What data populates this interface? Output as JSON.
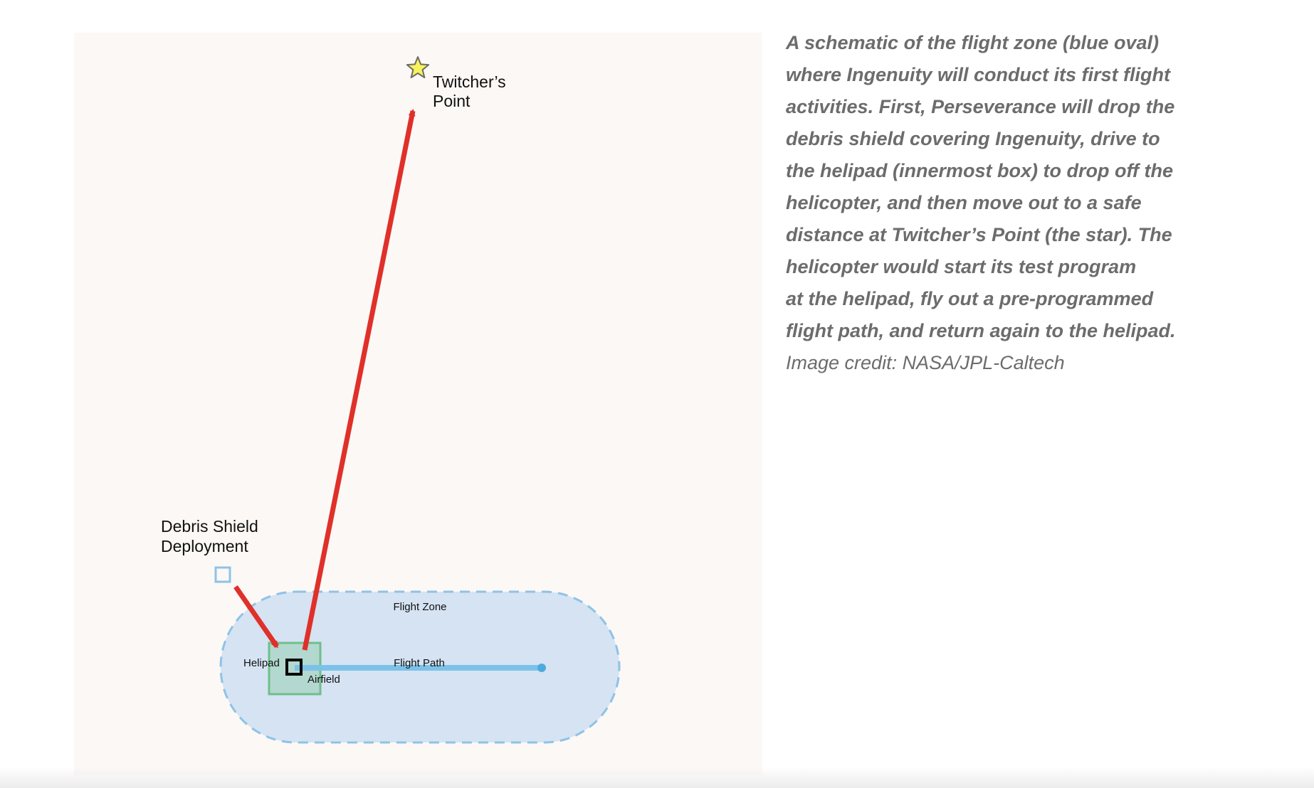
{
  "diagram": {
    "labels": {
      "twitchers_point_line1": "Twitcher’s",
      "twitchers_point_line2": "Point",
      "debris_shield_line1": "Debris Shield",
      "debris_shield_line2": "Deployment",
      "flight_zone": "Flight Zone",
      "flight_path": "Flight Path",
      "helipad": "Helipad",
      "airfield": "Airfield"
    },
    "colors": {
      "background": "#fcf8f5",
      "flight_zone_fill": "#d5e3f3",
      "flight_zone_border": "#8ec3e6",
      "airfield_fill": "#b3d8cf",
      "airfield_border": "#6fbf8a",
      "flight_path": "#7cc2e8",
      "arrow": "#e0302a",
      "star_fill": "#f7f35a",
      "star_stroke": "#6b6b6b",
      "debris_box": "#8ec3e6",
      "helipad_box": "#000000"
    },
    "icons": [
      "star-icon"
    ]
  },
  "caption": {
    "text": " A schematic of the flight zone (blue oval)\nwhere Ingenuity will conduct its first flight\nactivities. First, Perseverance will drop the\ndebris shield covering Ingenuity, drive to\nthe helipad (innermost box) to drop off the\nhelicopter, and then move out to a safe\ndistance at Twitcher’s Point (the star). The\nhelicopter would start its test program\nat the helipad, fly out a pre-programmed\nflight path, and return again to the helipad.",
    "credit": "Image credit: NASA/JPL-Caltech"
  }
}
